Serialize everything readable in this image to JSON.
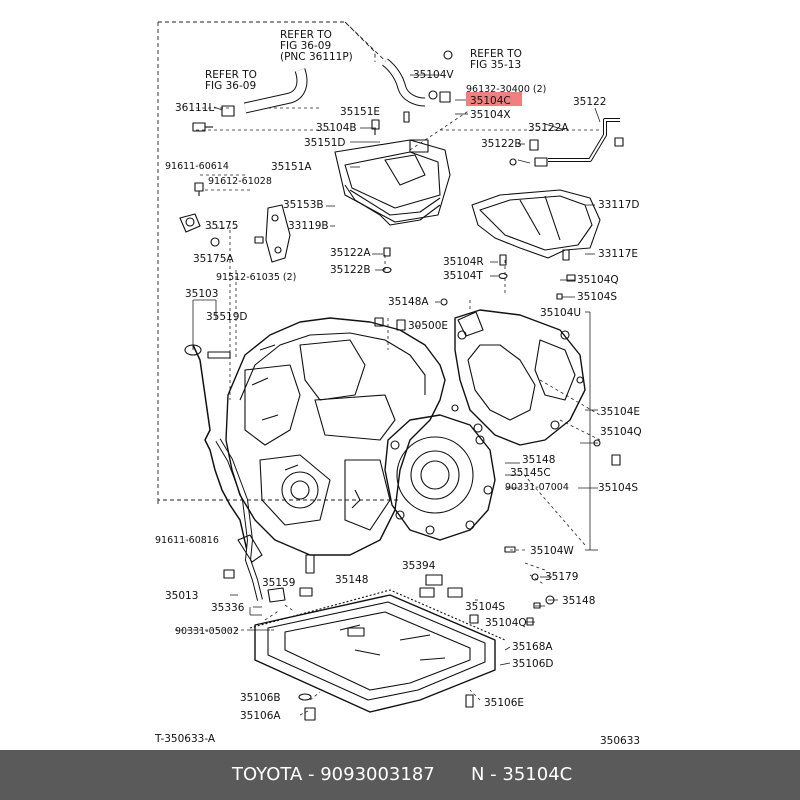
{
  "refer_notes": [
    {
      "line1": "REFER TO",
      "line2": "FIG 36-09",
      "line3": "(PNC 36111P)"
    },
    {
      "line1": "REFER TO",
      "line2": "FIG 36-09"
    },
    {
      "line1": "REFER TO",
      "line2": "FIG 35-13"
    }
  ],
  "parts": {
    "p35104V": "35104V",
    "p96132": "96132-30400 (2)",
    "p35104C": "35104C",
    "p35104X": "35104X",
    "p35122": "35122",
    "p36111L": "36111L",
    "p35151E": "35151E",
    "p35104B": "35104B",
    "p35122A": "35122A",
    "p35151D": "35151D",
    "p35122B": "35122B",
    "p91611_60614": "91611-60614",
    "p35151A": "35151A",
    "p91612_61028": "91612-61028",
    "p35153B": "35153B",
    "p33117D": "33117D",
    "p35175": "35175",
    "p33119B": "33119B",
    "p35175A": "35175A",
    "p35122A_2": "35122A",
    "p33117E": "33117E",
    "p35104R": "35104R",
    "p91512": "91512-61035 (2)",
    "p35122B_2": "35122B",
    "p35104T": "35104T",
    "p35104Q": "35104Q",
    "p35103": "35103",
    "p35148A": "35148A",
    "p35104S": "35104S",
    "p35519D": "35519D",
    "p35104U": "35104U",
    "p30500E": "30500E",
    "p35104E": "35104E",
    "p35104Q_2": "35104Q",
    "p35148": "35148",
    "p35145C": "35145C",
    "p90331_07004": "90331-07004",
    "p35104S_2": "35104S",
    "p91611_60816": "91611-60816",
    "p35104W": "35104W",
    "p35013": "35013",
    "p35159": "35159",
    "p35148_2": "35148",
    "p35394": "35394",
    "p35179": "35179",
    "p35336": "35336",
    "p35148_3": "35148",
    "p35104S_3": "35104S",
    "p90331_05002": "90331-05002",
    "p35104Q_3": "35104Q",
    "p35168A": "35168A",
    "p35106D": "35106D",
    "p35106B": "35106B",
    "p35106E": "35106E",
    "p35106A": "35106A"
  },
  "figure_id": "T-350633-A",
  "figure_number": "350633",
  "footer": {
    "left": "TOYOTA - 9093003187",
    "right": "N - 35104C"
  },
  "colors": {
    "highlight": "#f08080",
    "footer_bg": "#5a5a5a"
  }
}
